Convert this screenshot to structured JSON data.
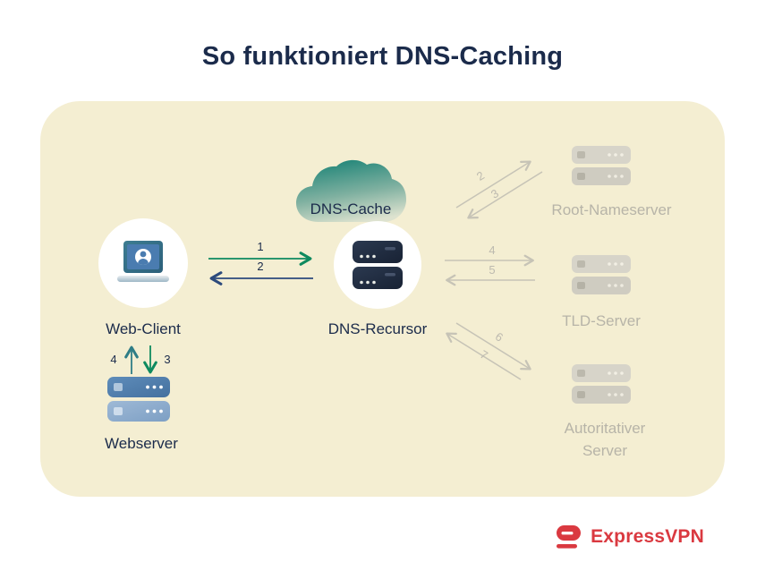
{
  "title": "So funktioniert DNS-Caching",
  "nodes": {
    "web_client": {
      "label": "Web-Client"
    },
    "dns_cache": {
      "label": "DNS-Cache"
    },
    "dns_recursor": {
      "label": "DNS-Recursor"
    },
    "webserver": {
      "label": "Webserver"
    },
    "root_nameserver": {
      "label": "Root-Nameserver"
    },
    "tld_server": {
      "label": "TLD-Server"
    },
    "authoritative_server": {
      "label": "Autoritativer Server"
    }
  },
  "arrow_labels": {
    "client_to_recursor": "1",
    "recursor_to_client": "2",
    "client_to_webserver": "3",
    "webserver_to_client": "4",
    "recursor_to_root": "2",
    "root_to_recursor": "3",
    "recursor_to_tld": "4",
    "tld_to_recursor": "5",
    "recursor_to_auth": "6",
    "auth_to_recursor": "7"
  },
  "colors": {
    "panel_background": "#f4eed2",
    "title_text": "#1b2b4b",
    "request_green": "#0e8a5f",
    "response_navy": "#2c4a7c",
    "response_teal": "#2f7d86",
    "inactive_gray": "#c6c3b6",
    "inactive_text_gray": "#b7b4a8",
    "brand_red": "#da3940"
  },
  "footer": {
    "brand": "ExpressVPN"
  }
}
